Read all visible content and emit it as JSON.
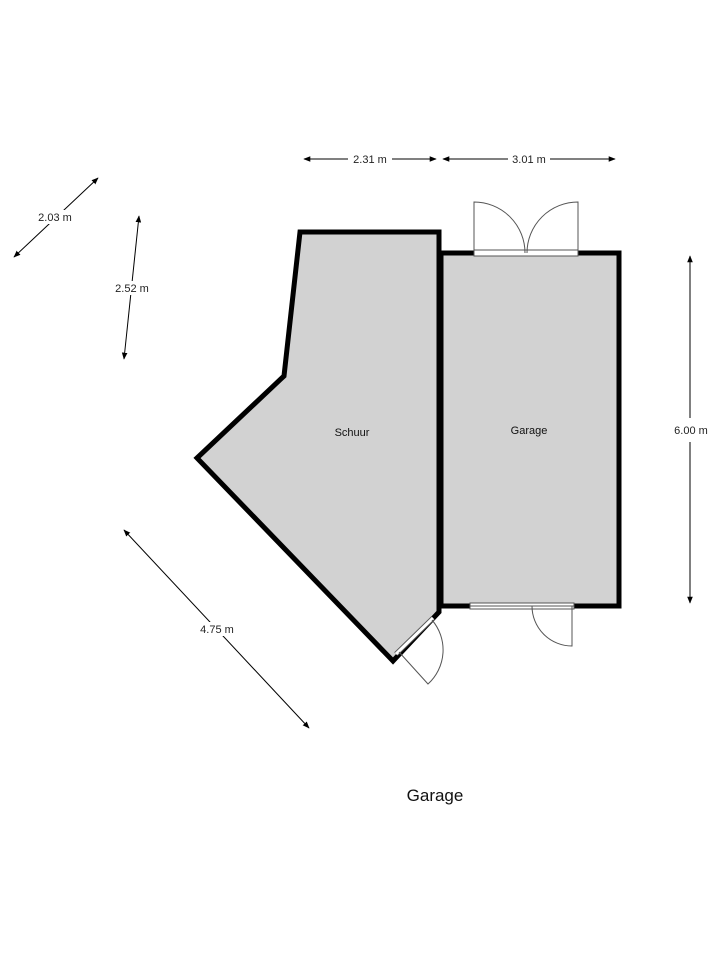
{
  "floor_title": "Garage",
  "rooms": {
    "schuur": "Schuur",
    "garage": "Garage"
  },
  "dimensions": {
    "top_left": "2.31 m",
    "top_right": "3.01 m",
    "right": "6.00 m",
    "left_top": "2.03 m",
    "left_middle": "2.52 m",
    "left_bottom": "4.75 m"
  },
  "colors": {
    "room_fill": "#d2d2d2",
    "wall": "#000000",
    "background": "#ffffff"
  }
}
